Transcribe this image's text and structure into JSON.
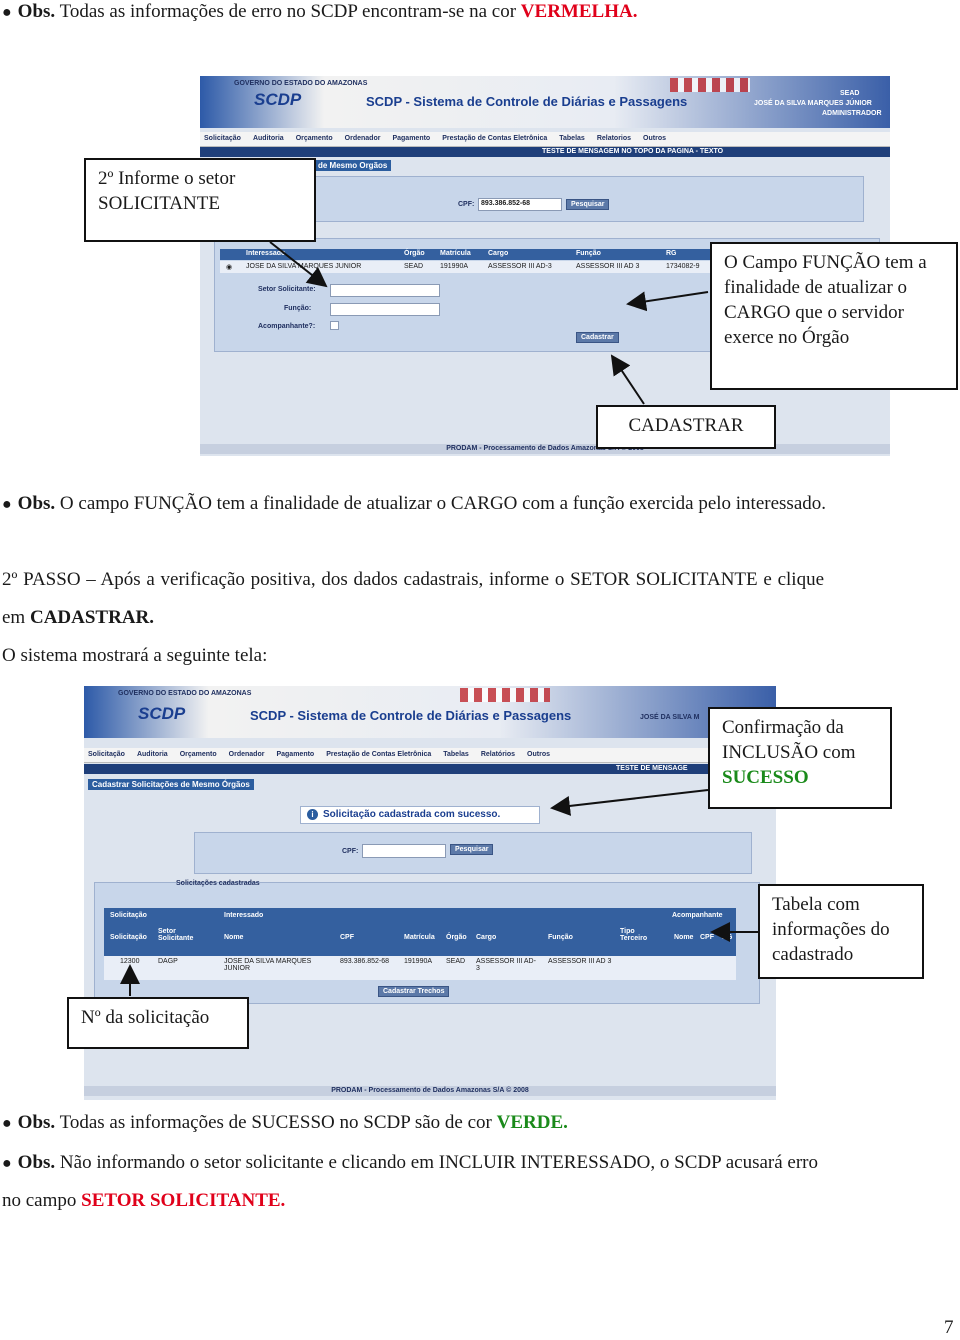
{
  "obs1": {
    "prefix": "Obs.",
    "text": " Todas as informações de erro no SCDP encontram-se na cor ",
    "highlight": "VERMELHA."
  },
  "screen1": {
    "gov": "GOVERNO DO ESTADO DO AMAZONAS",
    "logo": "SCDP",
    "system_title": "SCDP - Sistema de Controle de Diárias e Passagens",
    "user_line1": "SEAD",
    "user_line2": "JOSÉ DA SILVA MARQUES JÚNIOR",
    "user_line3": "ADMINISTRADOR",
    "menu": [
      "Solicitação",
      "Auditoria",
      "Orçamento",
      "Ordenador",
      "Pagamento",
      "Prestação de Contas Eletrônica",
      "Tabelas",
      "Relatorios",
      "Outros"
    ],
    "message_bar": "TESTE DE MENSAGEM NO TOPO DA PAGINA - TEXTO",
    "section_title": "de Mesmo Orgãos",
    "cpf_label": "CPF:",
    "cpf_value": "893.386.852-68",
    "search_button": "Pesquisar",
    "table_headers": [
      "Interessado",
      "Órgão",
      "Matrícula",
      "Cargo",
      "Função",
      "RG"
    ],
    "table_row": [
      "JOSE DA SILVA MARQUES JUNIOR",
      "SEAD",
      "191990A",
      "ASSESSOR III AD-3",
      "ASSESSOR III AD 3",
      "1734082-9"
    ],
    "setor_label": "Setor Solicitante:",
    "funcao_label": "Função:",
    "acomp_label": "Acompanhante?:",
    "cadastrar_button": "Cadastrar",
    "footer": "PRODAM - Processamento de Dados Amazonas S/A © 2008"
  },
  "callouts1": {
    "setor": "2º Informe o setor SOLICITANTE",
    "funcao": "O Campo FUNÇÃO tem a finalidade de atualizar o CARGO que o servidor exerce no Órgão",
    "cadastrar": "CADASTRAR"
  },
  "obs2": {
    "prefix": "Obs.",
    "text": " O campo FUNÇÃO tem a finalidade de atualizar o CARGO com a função exercida pelo interessado."
  },
  "step2": {
    "line1": "2º PASSO – Após a verificação positiva, dos dados cadastrais, informe o SETOR SOLICITANTE e clique",
    "line2_prefix": "em ",
    "line2_bold": "CADASTRAR."
  },
  "system_shows": "O sistema mostrará a seguinte tela:",
  "screen2": {
    "gov": "GOVERNO DO ESTADO DO AMAZONAS",
    "logo": "SCDP",
    "system_title": "SCDP - Sistema de Controle de Diárias e Passagens",
    "user_line": "JOSÉ DA SILVA M",
    "menu": [
      "Solicitação",
      "Auditoria",
      "Orçamento",
      "Ordenador",
      "Pagamento",
      "Prestação de Contas Eletrônica",
      "Tabelas",
      "Relatórios",
      "Outros"
    ],
    "message_bar": "TESTE DE MENSAGE",
    "section_title": "Cadastrar Solicitações de Mesmo Órgãos",
    "success_msg": "Solicitação cadastrada com sucesso.",
    "cpf_label": "CPF:",
    "search_button": "Pesquisar",
    "panel_title": "Solicitações cadastradas",
    "group_headers": [
      "Solicitação",
      "Interessado",
      "Acompanhante"
    ],
    "headers": [
      "Solicitação",
      "Setor Solicitante",
      "Nome",
      "CPF",
      "Matrícula",
      "Órgão",
      "Cargo",
      "Função",
      "Tipo Terceiro",
      "Nome",
      "CPF",
      "RG"
    ],
    "row": [
      "12300",
      "DAGP",
      "JOSE DA SILVA MARQUES JUNIOR",
      "893.386.852-68",
      "191990A",
      "SEAD",
      "ASSESSOR III AD-3",
      "ASSESSOR III AD 3"
    ],
    "trechos_button": "Cadastrar Trechos",
    "footer": "PRODAM - Processamento de Dados Amazonas S/A © 2008"
  },
  "callouts2": {
    "confirm_prefix": "Confirmação da INCLUSÃO com ",
    "confirm_highlight": "SUCESSO",
    "table": "Tabela com informações do cadastrado",
    "numero": "Nº da solicitação"
  },
  "obs3": {
    "prefix": "Obs.",
    "text": " Todas as informações de SUCESSO no SCDP são de cor ",
    "highlight": "VERDE."
  },
  "obs4": {
    "prefix": "Obs.",
    "text": " Não informando o setor solicitante e clicando em INCLUIR INTERESSADO, o SCDP acusará erro",
    "line2": "no campo ",
    "highlight": "SETOR SOLICITANTE."
  },
  "page_number": "7",
  "colors": {
    "error": "#e0001a",
    "success": "#1a8a1a"
  }
}
